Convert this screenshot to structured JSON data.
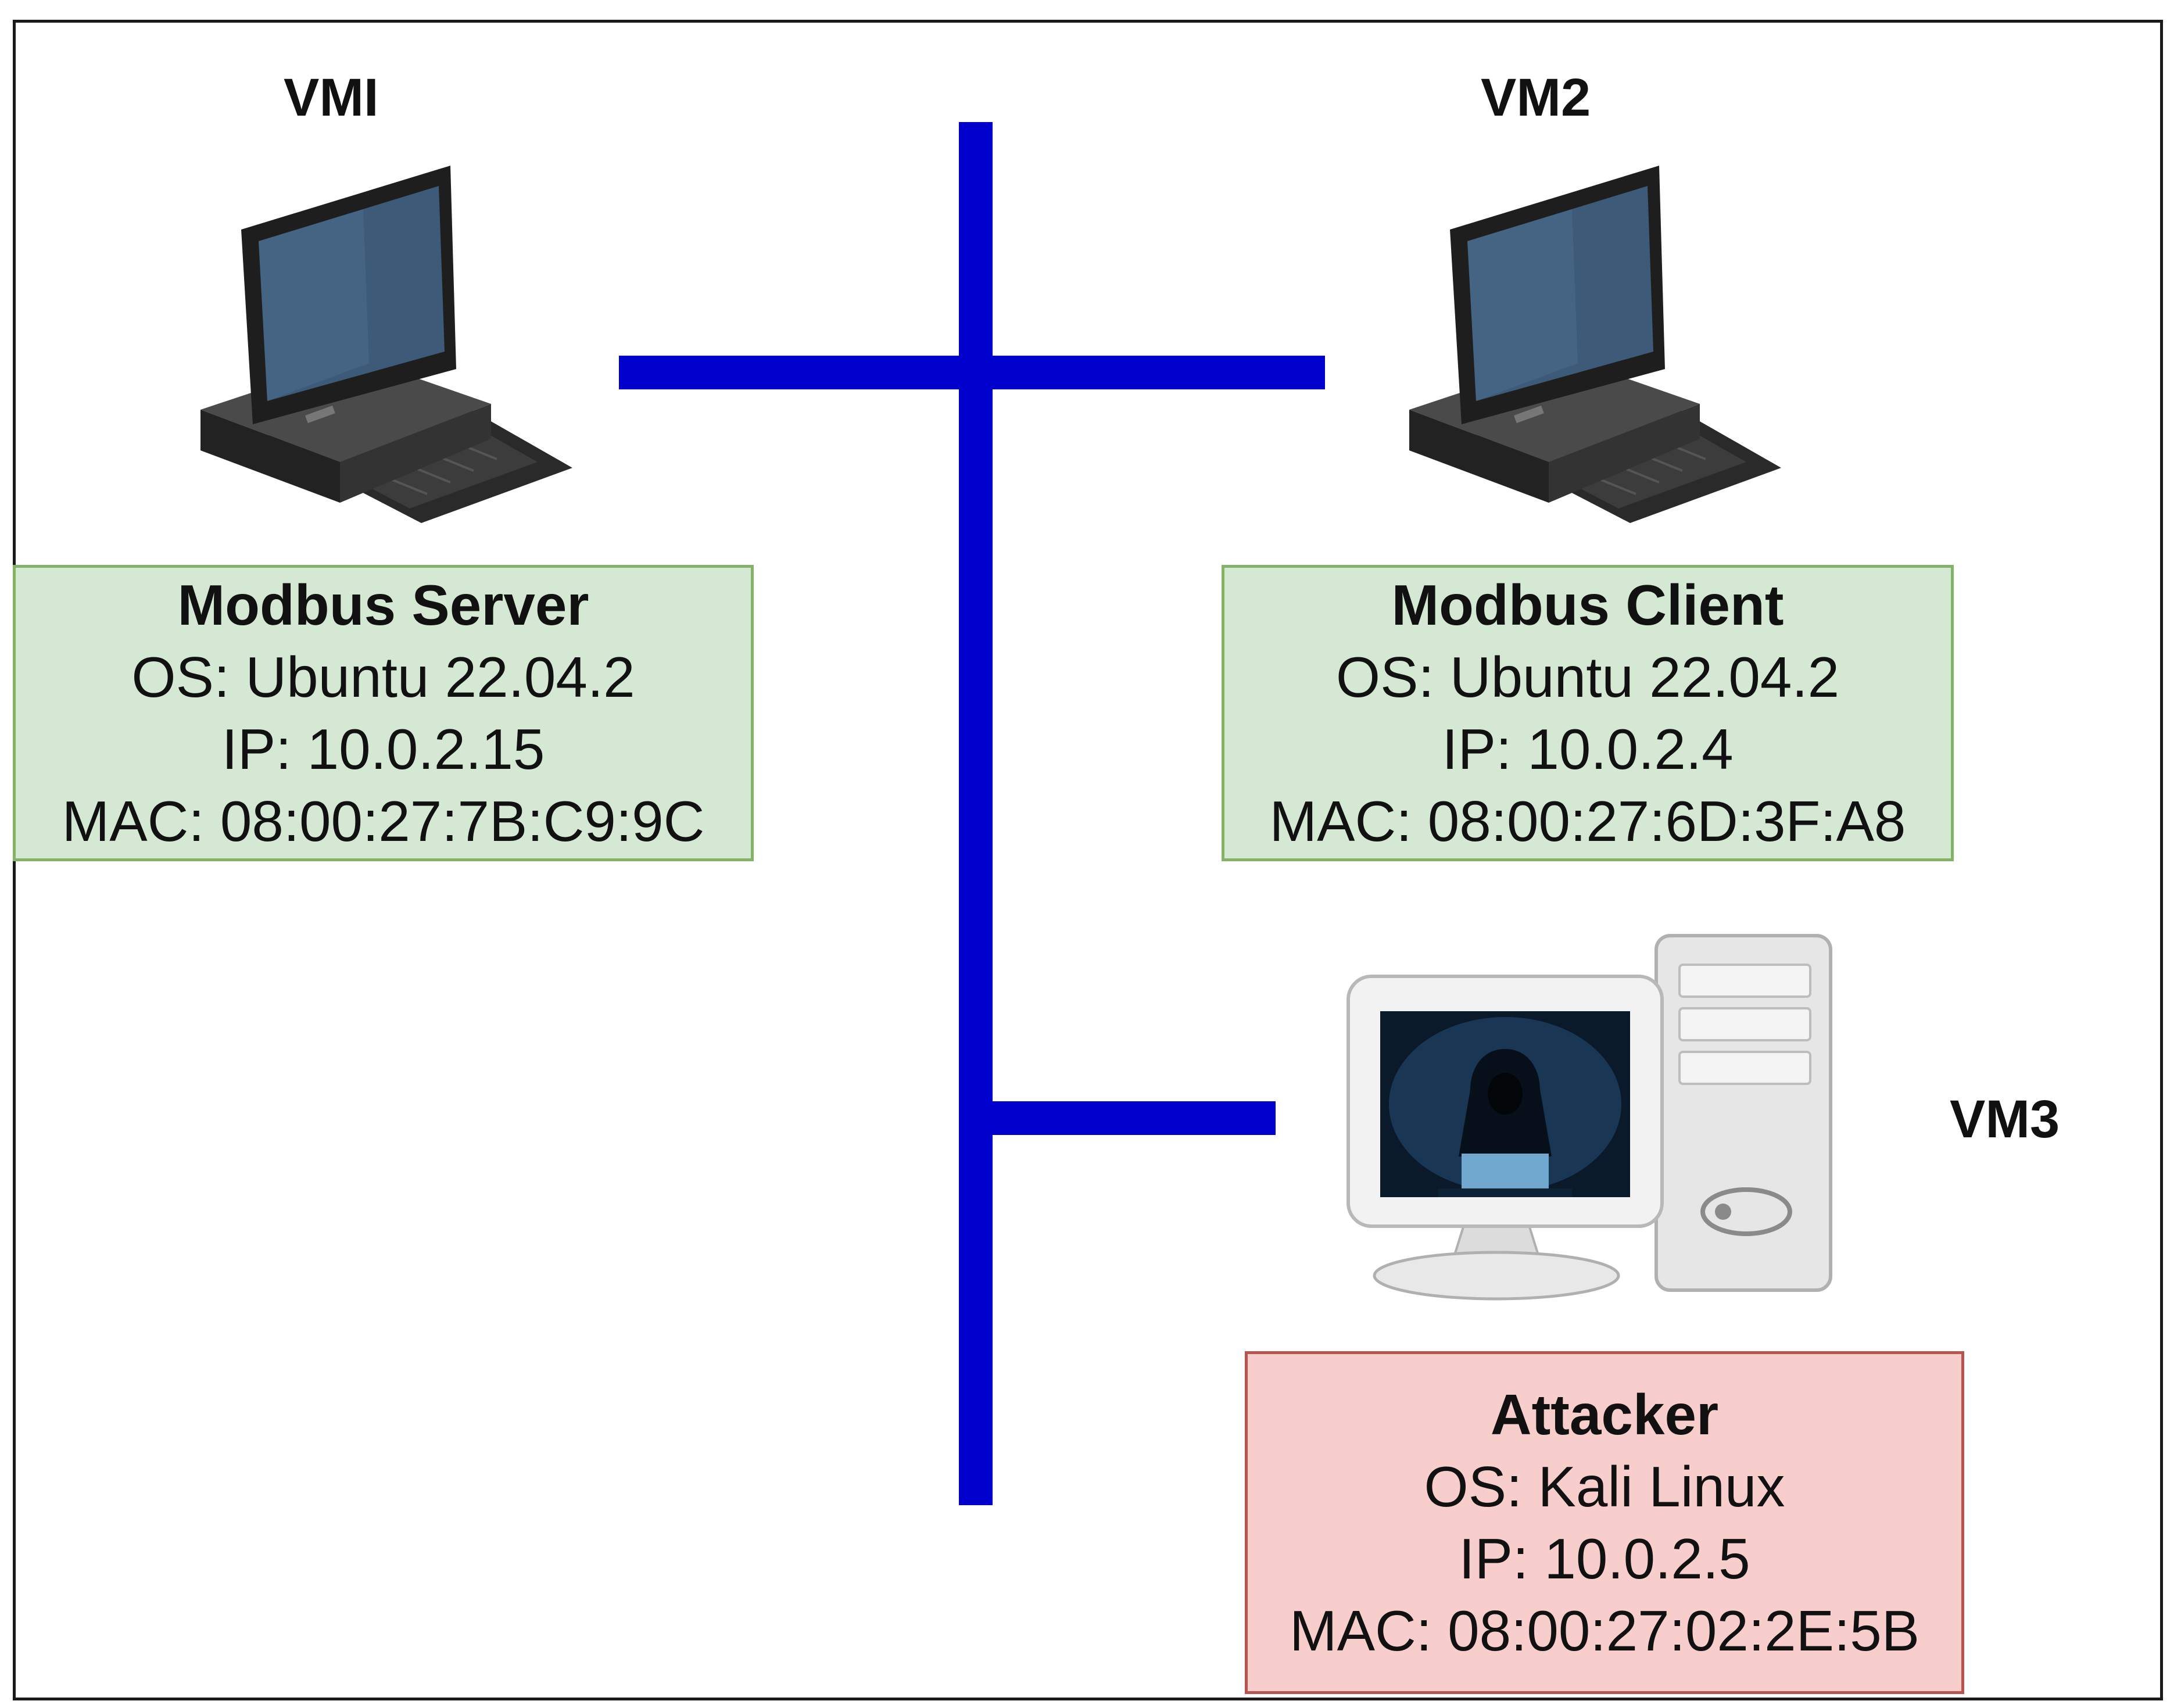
{
  "colors": {
    "network_line": "#0000cc",
    "server_box_fill": "#d5e8d4",
    "server_box_border": "#82b366",
    "attacker_box_fill": "#f8cecc",
    "attacker_box_border": "#b85450"
  },
  "nodes": {
    "vm1": {
      "label": "VMI",
      "icon": "desktop-computer-icon",
      "title": "Modbus Server",
      "os": "OS: Ubuntu 22.04.2",
      "ip": "IP: 10.0.2.15",
      "mac": "MAC: 08:00:27:7B:C9:9C"
    },
    "vm2": {
      "label": "VM2",
      "icon": "desktop-computer-icon",
      "title": "Modbus Client",
      "os": "OS: Ubuntu 22.04.2",
      "ip": "IP: 10.0.2.4",
      "mac": "MAC: 08:00:27:6D:3F:A8"
    },
    "vm3": {
      "label": "VM3",
      "icon": "hacker-workstation-icon",
      "title": "Attacker",
      "os": "OS: Kali Linux",
      "ip": "IP: 10.0.2.5",
      "mac": "MAC: 08:00:27:02:2E:5B"
    }
  }
}
